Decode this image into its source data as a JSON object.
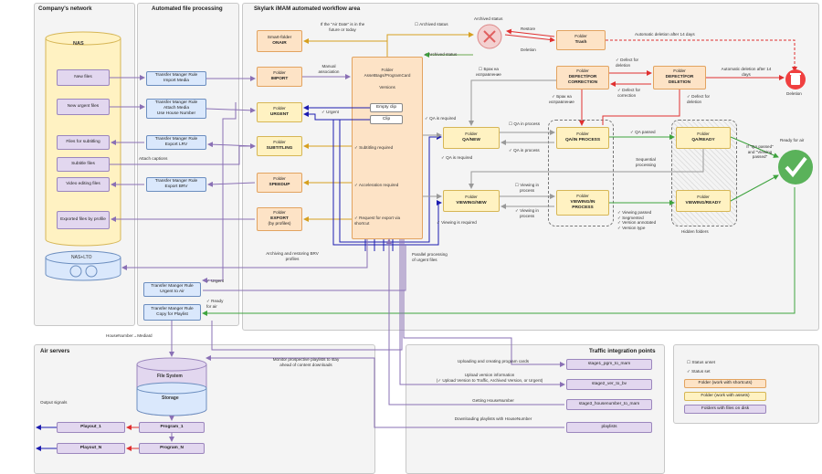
{
  "panels": {
    "network": "Company's network",
    "processing": "Automated file processing",
    "workflow": "Skylark iMAM automated workflow area",
    "air_servers": "Air servers",
    "traffic": "Traffic integration points"
  },
  "nas": {
    "title": "NAS",
    "items": [
      "New files",
      "New urgent files",
      "Files for subtitling",
      "Subtitle files",
      "Video editing files",
      "Exported files by profile"
    ],
    "lto_title": "NAS+LTO"
  },
  "rules": [
    "Transfer Manger Rule\nImport Media",
    "Transfer Manger Rule\nAttach Media\nUse House Number",
    "Transfer Manger Rule\nExport LRV",
    "Transfer Manger Rule\nExport BRV",
    "Transfer Manger Rule\nUrgent to Air",
    "Transfer Manger Rule\nCopy for Playlist"
  ],
  "folders": {
    "smart_onair": [
      "Smart-folder",
      "ONAIR"
    ],
    "import": [
      "Folder",
      "IMPORT"
    ],
    "urgent": [
      "Folder",
      "URGENT"
    ],
    "subtitling": [
      "Folder",
      "SUBTITLING"
    ],
    "speedup": [
      "Folder",
      "SPEEDUP"
    ],
    "export": [
      "Folder",
      "EXPORT",
      "(by profiles)"
    ],
    "trash": [
      "Folder",
      "Trash"
    ],
    "defect_correction": [
      "Folder",
      "DEFECT/FOR",
      "CORRECTION"
    ],
    "defect_deletion": [
      "Folder",
      "DEFECT/FOR",
      "DELETION"
    ],
    "qa_new": [
      "Folder",
      "QA/NEW"
    ],
    "qa_in_process": [
      "Folder",
      "QA/IN PROCESS"
    ],
    "qa_ready": [
      "Folder",
      "QA/READY"
    ],
    "viewing_new": [
      "Folder",
      "VIEWING/NEW"
    ],
    "viewing_in_process": [
      "Folder",
      "VIEWING/IN",
      "PROCESS"
    ],
    "viewing_ready": [
      "Folder",
      "VIEWING/READY"
    ]
  },
  "assetbags": {
    "header": "Folder\nAssetBags/ProgramCard",
    "versions": "Versions",
    "empty_clip": "Empty clip",
    "clip": "Clip",
    "subtitling_required": "✓ Subtitling required",
    "acceleration_required": "✓ Acceleration required",
    "export_request": "✓ Request for export via\nshortcut"
  },
  "labels": {
    "air_date": "If the \"Air Date\" is in the\nfuture or today",
    "archived_status_unset": "☐ Archived status",
    "archived_status_title": "Archived status",
    "archived_status_set": "✓ Archived status",
    "restore": "Restore",
    "deletion_edge": "Deletion",
    "auto_delete_14": "Automatic deletion after 14 days",
    "auto_delete_14b": "Automatic deletion after 14\ndays",
    "deletion": "Deletion",
    "manual_association": "Manual\nassociation",
    "urgent_check": "✓ Urgent",
    "brak_unset": "☐ Брак на\nисправление",
    "brak_set": "✓ Брак на\nисправление",
    "defect_for_deletion_1": "✓ Defect for\ndeletion",
    "defect_for_correction_1": "✓ Defect for\ncorrection",
    "defect_for_deletion_2": "✓ Defect for\ndeletion",
    "qa_required_1": "✓ QA is required",
    "qa_in_process_unset": "☐ QA in process",
    "qa_in_process_set": "✓ QA in process",
    "qa_required_2": "✓ QA is required",
    "qa_passed": "✓ QA passed",
    "if_qa_passed": "If \"QA passed\"\nand \"Viewing\npassed\"",
    "ready_for_air": "Ready for air",
    "sequential": "Sequential\nprocessing",
    "viewing_in_process_unset": "☐ Viewing in\nprocess",
    "viewing_in_process_set": "✓ Viewing in\nprocess",
    "viewing_required": "✓ Viewing is required",
    "viewing_passed": "✓ Viewing passed\n✓ Segmented\n✓ Version annotated\n✓ Version type",
    "hidden_folders": "Hidden folders",
    "attach_captions": "Attach captions",
    "archiving": "Archiving and restoring BRV\nprofiles",
    "parallel": "Parallel processing\nof urgent files",
    "urgent_small": "✓ Urgent",
    "ready_for_air_small": "✓ Ready\nfor air",
    "housenumber": "HouseNumber→MediaId",
    "monitor": "Monitor prospective playlists to stay\nahead of content downloads",
    "output_signals": "Output signals"
  },
  "air": {
    "file_system": "File System",
    "storage": "Storage",
    "program_1": "Program_1",
    "program_n": "Program_N",
    "playout_1": "Playout_1",
    "playout_n": "Playout_N"
  },
  "traffic": {
    "rows": [
      {
        "desc": "Uploading and creating program cards",
        "endpoint": "stage1_pgm_to_mam"
      },
      {
        "desc": "Upload version information\n(✓ Upload Version to Traffic, Archived Version, or Urgent)",
        "endpoint": "stage2_ver_to_bv"
      },
      {
        "desc": "Getting HouseNumber",
        "endpoint": "stage3_housenumber_to_mam"
      },
      {
        "desc": "Downloading playlists with HouseNumber",
        "endpoint": "playlists"
      }
    ]
  },
  "legend": {
    "unset": "☐ Status unset",
    "set": "✓ Status set",
    "shortcuts": "Folder (work with shortcuts)",
    "assets": "Folder (work with assets)",
    "files": "Folders with files on disk"
  },
  "colors": {
    "orange": "#e2a360",
    "purple": "#8a70b5",
    "blue": "#1c1cb0",
    "green": "#3ea33e",
    "red": "#e03030",
    "gray": "#999999",
    "yellow": "#d6a020"
  }
}
